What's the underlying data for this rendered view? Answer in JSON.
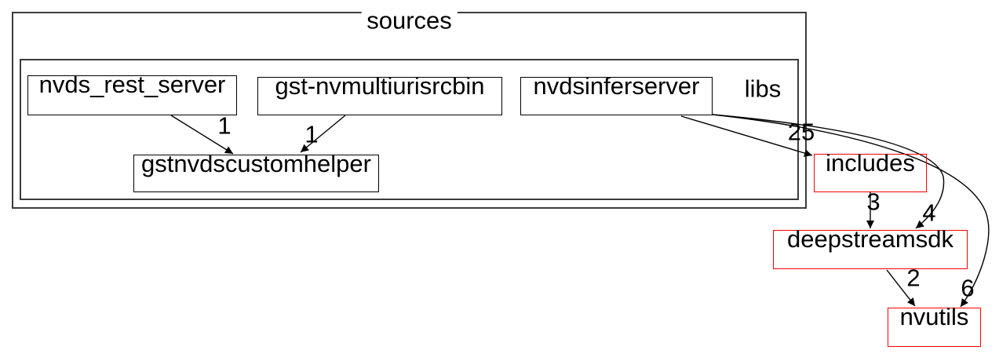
{
  "diagram": {
    "type": "directory-dependency-graph",
    "clusters": [
      {
        "id": "sources",
        "label": "sources"
      },
      {
        "id": "libs",
        "label": "libs"
      }
    ],
    "nodes": {
      "nvds_rest_server": {
        "label": "nvds_rest_server",
        "style": "internal"
      },
      "gst_nvmultiurisrcbin": {
        "label": "gst-nvmultiurisrcbin",
        "style": "internal"
      },
      "nvdsinferserver": {
        "label": "nvdsinferserver",
        "style": "internal"
      },
      "gstnvdscustomhelper": {
        "label": "gstnvdscustomhelper",
        "style": "internal"
      },
      "includes": {
        "label": "includes",
        "style": "external"
      },
      "deepstreamsdk": {
        "label": "deepstreamsdk",
        "style": "external"
      },
      "nvutils": {
        "label": "nvutils",
        "style": "external"
      }
    },
    "edges": [
      {
        "from": "nvds_rest_server",
        "to": "gstnvdscustomhelper",
        "count": "1"
      },
      {
        "from": "gst-nvmultiurisrcbin",
        "to": "gstnvdscustomhelper",
        "count": "1"
      },
      {
        "from": "nvdsinferserver",
        "to": "includes",
        "count": "25"
      },
      {
        "from": "includes",
        "to": "deepstreamsdk",
        "count": "3"
      },
      {
        "from": "nvdsinferserver",
        "to": "deepstreamsdk",
        "count": "4"
      },
      {
        "from": "deepstreamsdk",
        "to": "nvutils",
        "count": "2"
      },
      {
        "from": "nvdsinferserver",
        "to": "nvutils",
        "count": "6"
      }
    ],
    "colors": {
      "node_border": "#000000",
      "external_border": "#ff0000",
      "cluster_border": "#3c3c3c",
      "text": "#000000",
      "background": "#ffffff"
    }
  }
}
